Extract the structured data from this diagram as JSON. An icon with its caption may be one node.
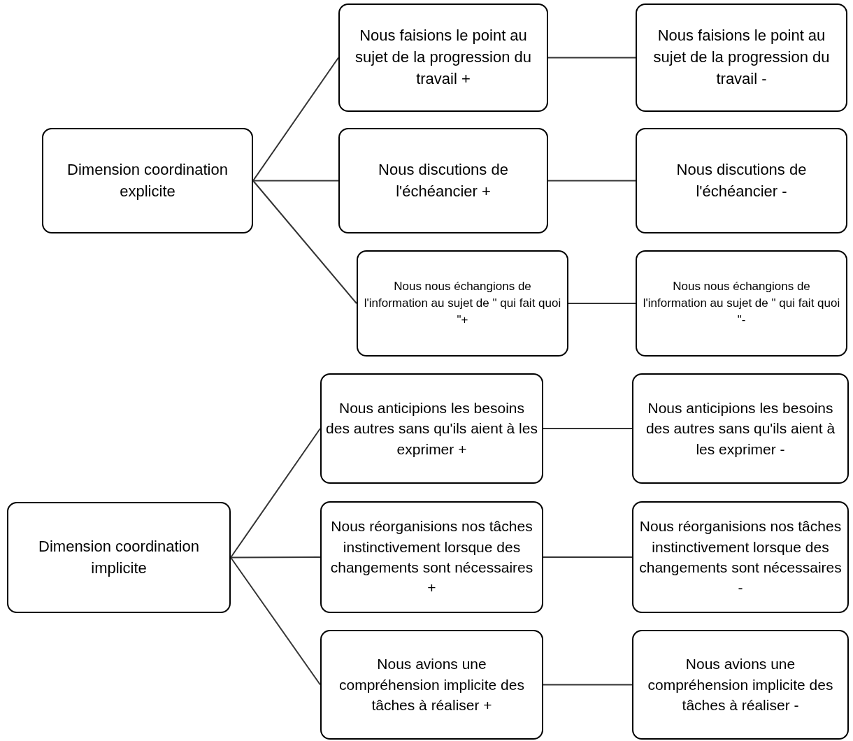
{
  "diagram": {
    "nodes": [
      {
        "text": [
          "Dimension coordination explicite"
        ]
      },
      {
        "text": [
          "Nous faisions le point au sujet de la progression du travail +"
        ]
      },
      {
        "text": [
          "Nous faisions le point au sujet de la progression du travail -"
        ]
      },
      {
        "text": [
          "Nous discutions de l'échéancier +"
        ]
      },
      {
        "text": [
          "Nous discutions de l'échéancier -"
        ]
      },
      {
        "text": [
          "Nous nous échangions de l'information au sujet de \" qui fait quoi \"+"
        ]
      },
      {
        "text": [
          "Nous nous échangions de l'information au sujet de \" qui fait quoi \"-"
        ]
      },
      {
        "text": [
          "Dimension coordination implicite"
        ]
      },
      {
        "text": [
          "Nous anticipions les besoins des autres sans qu'ils aient à les exprimer +"
        ]
      },
      {
        "text": [
          "Nous anticipions les besoins des autres sans qu'ils aient à les exprimer -"
        ]
      },
      {
        "text": [
          "Nous réorganisions nos tâches instinctivement lorsque des changements sont nécessaires +"
        ]
      },
      {
        "text": [
          "Nous réorganisions nos tâches instinctivement lorsque des changements sont nécessaires -"
        ]
      },
      {
        "text": [
          "Nous avions une compréhension implicite des tâches à réaliser +"
        ]
      },
      {
        "text": [
          "Nous avions une compréhension implicite des tâches à réaliser -"
        ]
      }
    ],
    "edges": [
      {
        "from": 0,
        "to": 1,
        "arrow": "none"
      },
      {
        "from": 0,
        "to": 3,
        "arrow": "none"
      },
      {
        "from": 0,
        "to": 5,
        "arrow": "none"
      },
      {
        "from": 1,
        "to": 2,
        "arrow": "none"
      },
      {
        "from": 3,
        "to": 4,
        "arrow": "none"
      },
      {
        "from": 5,
        "to": 6,
        "arrow": "none"
      },
      {
        "from": 7,
        "to": 8,
        "arrow": "none"
      },
      {
        "from": 7,
        "to": 10,
        "arrow": "none"
      },
      {
        "from": 7,
        "to": 12,
        "arrow": "none"
      },
      {
        "from": 8,
        "to": 9,
        "arrow": "none"
      },
      {
        "from": 10,
        "to": 11,
        "arrow": "none"
      },
      {
        "from": 12,
        "to": 13,
        "arrow": "none"
      }
    ]
  }
}
